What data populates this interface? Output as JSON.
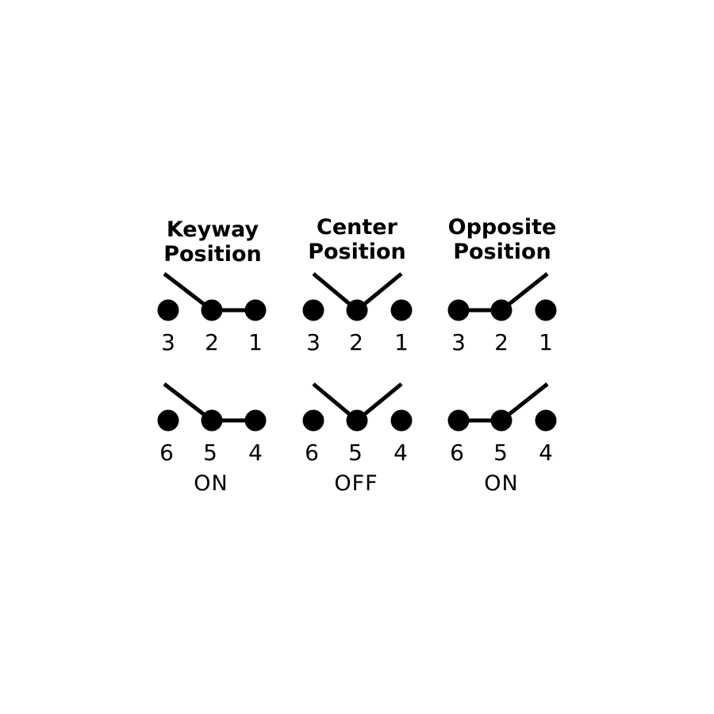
{
  "columns": [
    {
      "title_line1": "Keyway",
      "title_line2": "Position",
      "state": "ON",
      "rows": [
        {
          "terminals": [
            "3",
            "2",
            "1"
          ],
          "contact": "closed-right"
        },
        {
          "terminals": [
            "6",
            "5",
            "4"
          ],
          "contact": "closed-right"
        }
      ]
    },
    {
      "title_line1": "Center",
      "title_line2": "Position",
      "state": "OFF",
      "rows": [
        {
          "terminals": [
            "3",
            "2",
            "1"
          ],
          "contact": "open"
        },
        {
          "terminals": [
            "6",
            "5",
            "4"
          ],
          "contact": "open"
        }
      ]
    },
    {
      "title_line1": "Opposite",
      "title_line2": "Position",
      "state": "ON",
      "rows": [
        {
          "terminals": [
            "3",
            "2",
            "1"
          ],
          "contact": "closed-left"
        },
        {
          "terminals": [
            "6",
            "5",
            "4"
          ],
          "contact": "closed-left"
        }
      ]
    }
  ]
}
